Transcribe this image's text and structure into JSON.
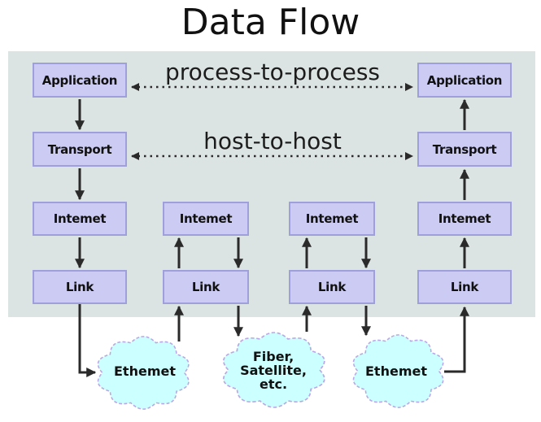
{
  "title": "Data Flow",
  "colors": {
    "panel_bg": "#dce3e3",
    "node_fill": "#cbcbf4",
    "node_border": "#9f9fdc",
    "cloud_fill": "#ccffff",
    "cloud_border": "#b9a7e6",
    "arrow": "#2a2a2a",
    "text": "#111111"
  },
  "channel_labels": {
    "process": "process-to-process",
    "host": "host-to-host"
  },
  "stacks": {
    "left_host": [
      "Application",
      "Transport",
      "Intemet",
      "Link"
    ],
    "router1": [
      "Intemet",
      "Link"
    ],
    "router2": [
      "Intemet",
      "Link"
    ],
    "right_host": [
      "Application",
      "Transport",
      "Intemet",
      "Link"
    ]
  },
  "clouds": {
    "left": "Ethemet",
    "middle": "Fiber,\nSatellite,\netc.",
    "right": "Ethemet"
  }
}
